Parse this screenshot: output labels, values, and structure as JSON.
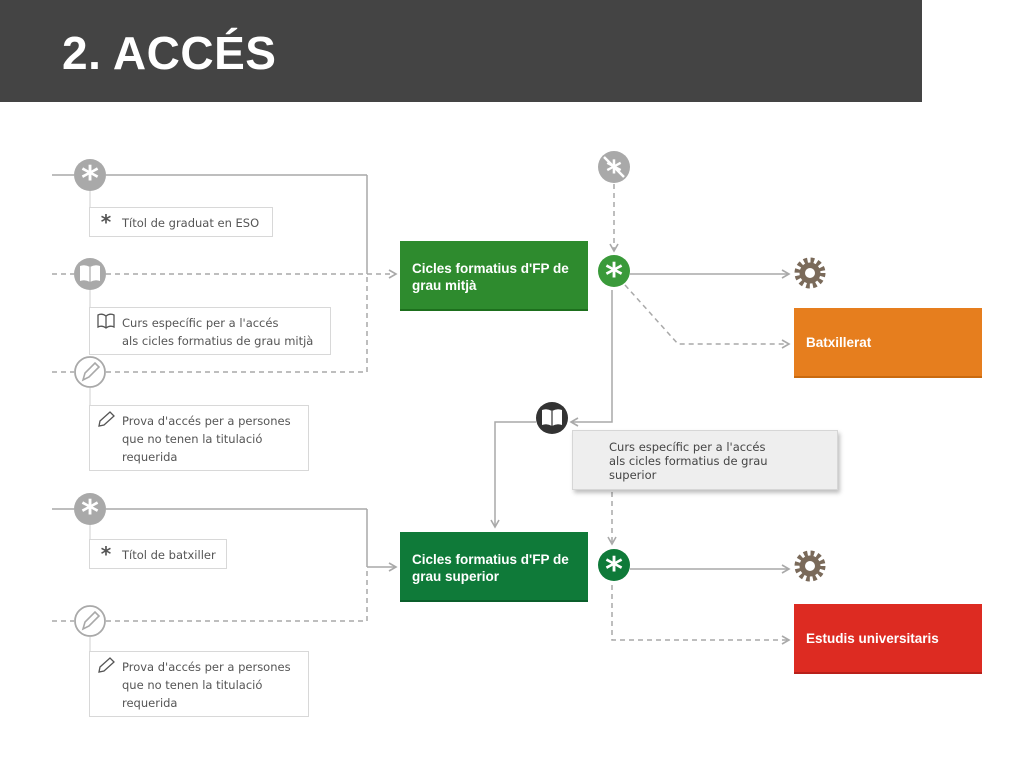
{
  "page": {
    "title": "2. ACCÉS"
  },
  "colors": {
    "header_bg": "#444444",
    "grey_icon": "#a9a9a9",
    "line": "#a9a9a9",
    "green": "#2e8b2e",
    "dark_green": "#0f7a39",
    "orange": "#e67e1e",
    "red": "#dd2b22",
    "gear": "#7a6a5a"
  },
  "left_notes": [
    {
      "icon": "asterisk-icon",
      "text": "Títol de graduat en ESO"
    },
    {
      "icon": "book-icon",
      "text": "Curs específic per a l'accés\nals cicles formatius de grau mitjà"
    },
    {
      "icon": "pencil-icon",
      "text": "Prova d'accés per a persones\nque no tenen la titulació\nrequerida"
    },
    {
      "icon": "asterisk-icon",
      "text": "Títol de batxiller"
    },
    {
      "icon": "pencil-icon",
      "text": "Prova d'accés per a persones\nque no tenen la titulació\nrequerida"
    }
  ],
  "boxes": {
    "cfgm": "Cicles formatius d'FP de grau mitjà",
    "cfgs": "Cicles formatius d'FP de grau superior",
    "batxillerat": "Batxillerat",
    "universitat": "Estudis universitaris"
  },
  "center_note": {
    "icon": "book-icon",
    "text": "Curs específic per a l'accés\nals cicles formatius de grau\nsuperior"
  }
}
